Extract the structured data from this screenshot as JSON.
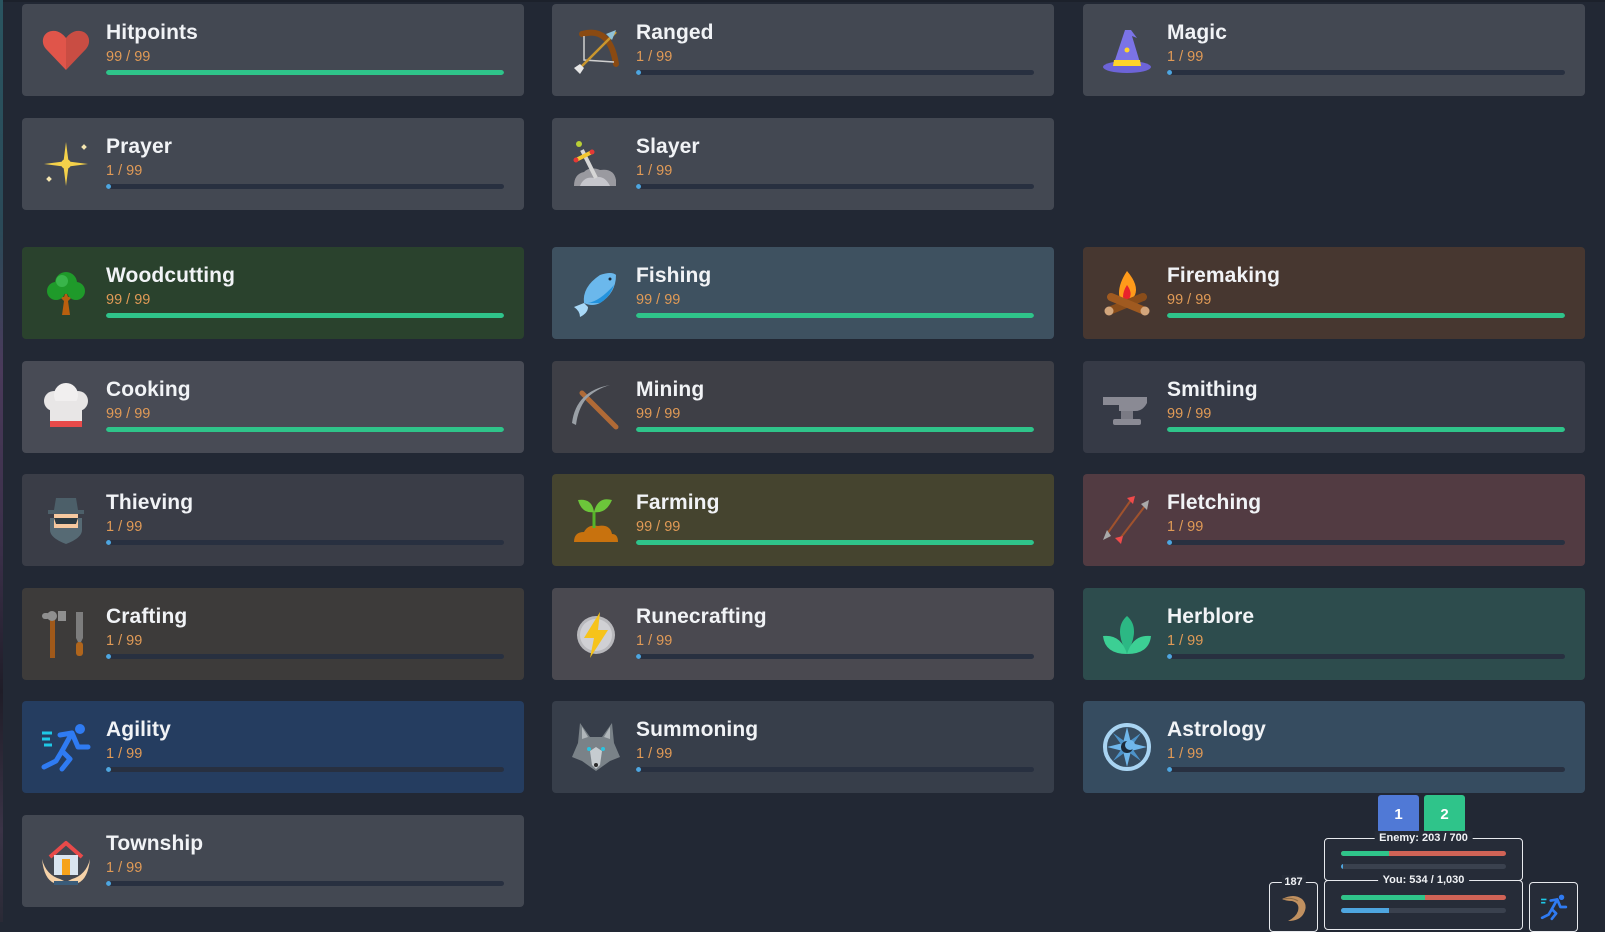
{
  "skills": [
    {
      "name": "Hitpoints",
      "level": "99 / 99",
      "progress": "full",
      "icon": "heart-icon",
      "bg": "#434852"
    },
    {
      "name": "Ranged",
      "level": "1 / 99",
      "progress": "min",
      "icon": "bow-arrow-icon",
      "bg": "#434852"
    },
    {
      "name": "Magic",
      "level": "1 / 99",
      "progress": "min",
      "icon": "wizard-hat-icon",
      "bg": "#434852"
    },
    {
      "name": "Prayer",
      "level": "1 / 99",
      "progress": "min",
      "icon": "sparkle-icon",
      "bg": "#434852"
    },
    {
      "name": "Slayer",
      "level": "1 / 99",
      "progress": "min",
      "icon": "sword-in-stone-icon",
      "bg": "#434852"
    },
    {
      "name": "Woodcutting",
      "level": "99 / 99",
      "progress": "full",
      "icon": "tree-icon",
      "bg": "#2a422d"
    },
    {
      "name": "Fishing",
      "level": "99 / 99",
      "progress": "full",
      "icon": "fish-icon",
      "bg": "#3e5160"
    },
    {
      "name": "Firemaking",
      "level": "99 / 99",
      "progress": "full",
      "icon": "campfire-icon",
      "bg": "#473730"
    },
    {
      "name": "Cooking",
      "level": "99 / 99",
      "progress": "full",
      "icon": "chef-hat-icon",
      "bg": "#484b55"
    },
    {
      "name": "Mining",
      "level": "99 / 99",
      "progress": "full",
      "icon": "pickaxe-icon",
      "bg": "#3e3f46"
    },
    {
      "name": "Smithing",
      "level": "99 / 99",
      "progress": "full",
      "icon": "anvil-icon",
      "bg": "#363a46"
    },
    {
      "name": "Thieving",
      "level": "1 / 99",
      "progress": "min",
      "icon": "thief-icon",
      "bg": "#3a3d47"
    },
    {
      "name": "Farming",
      "level": "99 / 99",
      "progress": "full",
      "icon": "sprout-icon",
      "bg": "#45442f"
    },
    {
      "name": "Fletching",
      "level": "1 / 99",
      "progress": "min",
      "icon": "arrows-icon",
      "bg": "#523b42"
    },
    {
      "name": "Crafting",
      "level": "1 / 99",
      "progress": "min",
      "icon": "hammer-chisel-icon",
      "bg": "#3d3b3a"
    },
    {
      "name": "Runecrafting",
      "level": "1 / 99",
      "progress": "min",
      "icon": "lightning-rune-icon",
      "bg": "#4a4950"
    },
    {
      "name": "Herblore",
      "level": "1 / 99",
      "progress": "min",
      "icon": "herb-leaves-icon",
      "bg": "#2d4c4d"
    },
    {
      "name": "Agility",
      "level": "1 / 99",
      "progress": "min",
      "icon": "running-man-icon",
      "bg": "#253d60"
    },
    {
      "name": "Summoning",
      "level": "1 / 99",
      "progress": "min",
      "icon": "wolf-icon",
      "bg": "#373e4a"
    },
    {
      "name": "Astrology",
      "level": "1 / 99",
      "progress": "min",
      "icon": "compass-star-icon",
      "bg": "#364c60"
    },
    {
      "name": "Township",
      "level": "1 / 99",
      "progress": "min",
      "icon": "house-hands-icon",
      "bg": "#434852"
    }
  ],
  "combat": {
    "attack_style_1": "1",
    "attack_style_2": "2",
    "enemy_label": "Enemy: 203 / 700",
    "enemy_hp_percent": 29,
    "enemy_attack_percent": 1,
    "player_label": "You: 534 / 1,030",
    "player_hp_percent": 52,
    "player_attack_percent": 29,
    "food_count": "187",
    "food_icon": "shrimp-icon",
    "run_icon": "running-man-icon"
  },
  "colors": {
    "background": "#222834",
    "level_text": "#e09a56",
    "bar_full": "#2fc48a",
    "bar_min": "#4ea6e0",
    "hp_missing": "#d06356",
    "button_1": "#5079d6",
    "button_2": "#2fc48a"
  }
}
